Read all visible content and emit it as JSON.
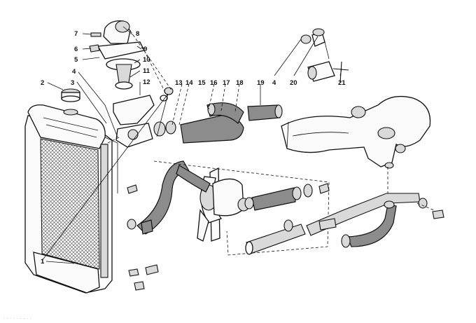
{
  "callouts": [
    {
      "label": "7"
    },
    {
      "label": "8"
    },
    {
      "label": "6"
    },
    {
      "label": "9"
    },
    {
      "label": "5"
    },
    {
      "label": "10"
    },
    {
      "label": "4"
    },
    {
      "label": "11"
    },
    {
      "label": "2"
    },
    {
      "label": "3"
    },
    {
      "label": "12"
    },
    {
      "label": "13"
    },
    {
      "label": "14"
    },
    {
      "label": "15"
    },
    {
      "label": "16"
    },
    {
      "label": "17"
    },
    {
      "label": "18"
    },
    {
      "label": "19"
    },
    {
      "label": "4"
    },
    {
      "label": "20"
    },
    {
      "label": "21"
    },
    {
      "label": "1"
    }
  ],
  "watermark": "· · · · · · · · ·"
}
